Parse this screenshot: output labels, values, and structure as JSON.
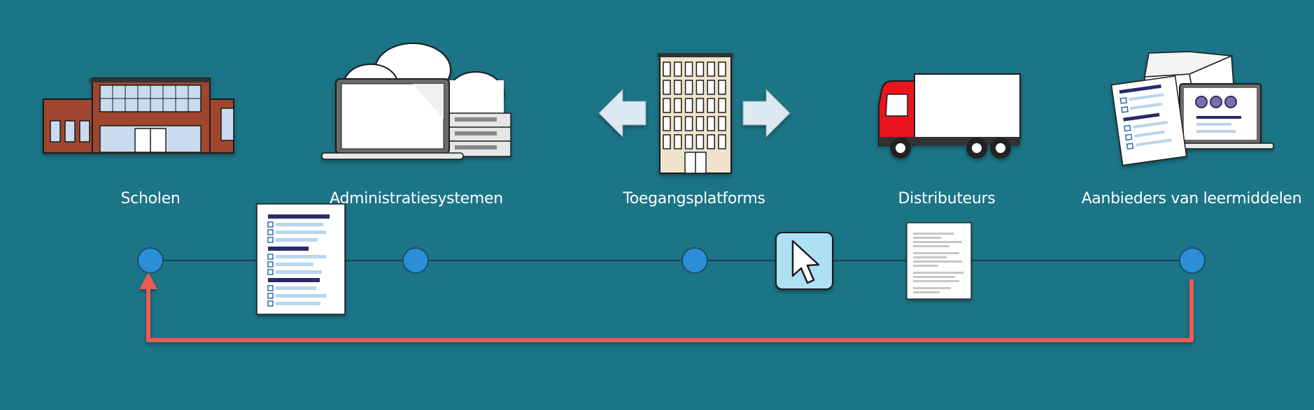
{
  "stages": [
    {
      "id": "scholen",
      "label": "Scholen",
      "icon": "school-building-icon"
    },
    {
      "id": "administratiesystemen",
      "label": "Administratiesystemen",
      "icon": "laptop-cloud-server-icon"
    },
    {
      "id": "toegangsplatforms",
      "label": "Toegangsplatforms",
      "icon": "office-tower-icon"
    },
    {
      "id": "distributeurs",
      "label": "Distributeurs",
      "icon": "delivery-truck-icon"
    },
    {
      "id": "aanbieders",
      "label": "Aanbieders van leermiddelen",
      "icon": "learning-materials-icon"
    }
  ],
  "flow_items": [
    {
      "icon": "order-list-document-icon"
    },
    {
      "icon": "mouse-pointer-icon"
    },
    {
      "icon": "text-document-icon"
    }
  ],
  "colors": {
    "background": "#1b7586",
    "node": "#2a8fd6",
    "timeline": "#1e3d57",
    "return_arrow": "#ee5a52",
    "arrow_light": "#dde9f3"
  }
}
